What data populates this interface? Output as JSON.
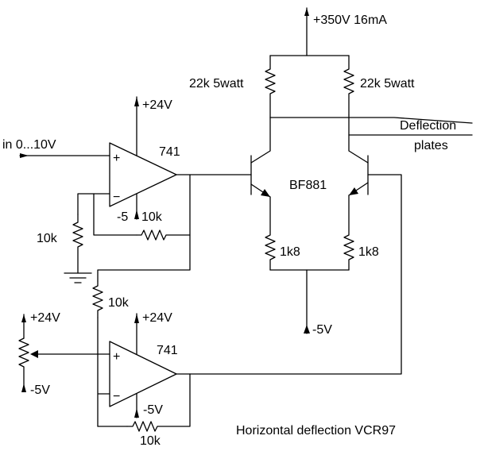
{
  "supply": {
    "hv": "+350V 16mA"
  },
  "top_stage": {
    "load_left": "22k 5watt",
    "load_right": "22k 5watt",
    "deflection_line1": "Deflection",
    "deflection_line2": "plates",
    "transistor": "BF881",
    "emitter_left": "1k8",
    "emitter_right": "1k8",
    "tail_supply": "-5V"
  },
  "opamp1": {
    "type": "741",
    "vplus": "+24V",
    "vminus": "-5",
    "input_label": "in 0...10V",
    "feedback_resistor": "10k",
    "ground_resistor": "10k",
    "plus_sign": "+",
    "minus_sign": "−"
  },
  "link_resistor": "10k",
  "opamp2": {
    "type": "741",
    "vplus": "+24V",
    "vminus": "-5V",
    "feedback_resistor": "10k",
    "plus_sign": "+",
    "minus_sign": "−"
  },
  "pot": {
    "top_supply": "+24V",
    "bottom_supply": "-5V"
  },
  "caption": "Horizontal deflection VCR97",
  "colors": {
    "ink": "#000000",
    "paper": "#ffffff"
  }
}
